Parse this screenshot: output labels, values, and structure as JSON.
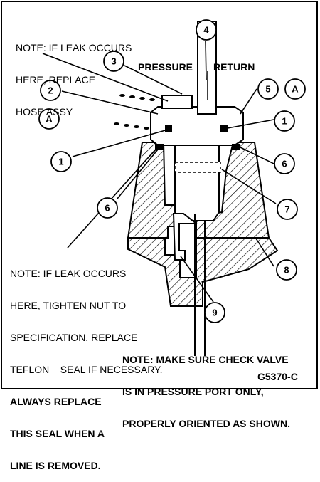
{
  "notes": {
    "hose": [
      "NOTE: IF LEAK OCCURS",
      "HERE, REPLACE",
      "HOSE ASSY"
    ],
    "nut": [
      "NOTE: IF LEAK OCCURS",
      "HERE, TIGHTEN NUT TO",
      "SPECIFICATION. REPLACE",
      "TEFLON    SEAL IF NECESSARY."
    ],
    "seal": [
      "ALWAYS REPLACE",
      "THIS SEAL WHEN A",
      "LINE IS REMOVED."
    ],
    "check_valve": [
      "NOTE: MAKE SURE CHECK VALVE",
      "IS IN PRESSURE PORT ONLY,",
      "PROPERLY ORIENTED AS SHOWN."
    ]
  },
  "port_labels": {
    "pressure": "PRESSURE",
    "return": "RETURN"
  },
  "figure_code": "G5370-C",
  "callouts": {
    "c1a": "1",
    "c1b": "1",
    "c2": "2",
    "c3": "3",
    "c4": "4",
    "c5": "5",
    "c6a": "6",
    "c6b": "6",
    "c7": "7",
    "c8": "8",
    "c9": "9",
    "cAa": "A",
    "cAb": "A"
  }
}
